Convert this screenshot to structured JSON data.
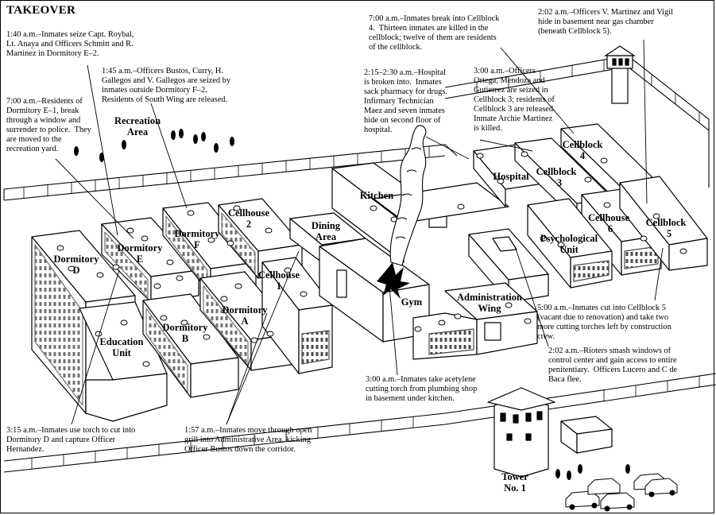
{
  "title": "TAKEOVER",
  "notes": {
    "n_140": "1:40 a.m.–Inmates seize Capt. Roybal,\nLt. Anaya and Officers Schmitt and R.\nMartinez in Dormitory E–2.",
    "n_145": "1:45 a.m.–Officers Bustos, Curry, H.\nGallegos and V. Gallegos are seized by\ninmates outside Dormitory F–2.\nResidents of South Wing are released.",
    "n_700a": "7:00 a.m.–Residents of\nDormitory E–1, break\nthrough a window and\nsurrender to police.  They\nare moved to the\nrecreation yard.",
    "n_700b": "7:00 a.m.–Inmates break into Cellblock\n4.  Thirteen inmates are killed in the\ncellblock; twelve of them are residents\nof the cellblock.",
    "n_202a": "2:02 a.m.–Officers V. Martinez and Vigil\nhide in basement near gas chamber\n(beneath Cellblock 5).",
    "n_215": "2:15–2:30 a.m.–Hospital\nis broken into.  Inmates\nsack pharmacy for drugs.\nInfirmary Technician\nMaez and seven inmates\nhide on second floor of\nhospital.",
    "n_300a": "3:00 a.m.–Officers\nOrtega, Mendoza and\nGutierrez are seized in\nCellblock 3; residents of\nCellblock 3 are released.\nInmate Archie Martinez\nis killed.",
    "n_500": "5:00 a.m.–Inmates cut into Cellblock 5\n(vacant due to renovation) and take two\nmore cutting torches left by construction\ncrew.",
    "n_202b": "2:02 a.m.–Rioters smash windows of\ncontrol center and gain access to entire\npenitentiary.  Officers Lucero and C de\nBaca flee.",
    "n_300b": "3:00 a.m.–Inmates take acetylene\ncutting torch from plumbing shop\nin basement under kitchen.",
    "n_315": "3:15 a.m.–Inmates use torch to cut into\nDormitory D and capture Officer\nHernandez.",
    "n_157": "1:57 a.m.–Inmates move through open\ngrill into Administrative Area, kicking\nOfficer Bustos down the corridor."
  },
  "labels": {
    "recreation": [
      "Recreation",
      "Area"
    ],
    "dorm_d": [
      "Dormitory",
      "D"
    ],
    "dorm_e": [
      "Dormitory",
      "E"
    ],
    "dorm_f": [
      "Dormitory",
      "F"
    ],
    "cellhouse_2": [
      "Cellhouse",
      "2"
    ],
    "dining": [
      "Dining",
      "Area"
    ],
    "kitchen": [
      "Kitchen"
    ],
    "hospital": [
      "Hospital"
    ],
    "cellblock_4": [
      "Cellblock",
      "4"
    ],
    "cellblock_3": [
      "Cellblock",
      "3"
    ],
    "cellhouse_6": [
      "Cellhouse",
      "6"
    ],
    "cellblock_5": [
      "Cellblock",
      "5"
    ],
    "psych": [
      "Psychological",
      "Unit"
    ],
    "cellhouse_1": [
      "Cellhouse",
      "1"
    ],
    "dorm_a": [
      "Dormitory",
      "A"
    ],
    "dorm_b": [
      "Dormitory",
      "B"
    ],
    "education": [
      "Education",
      "Unit"
    ],
    "gym": [
      "Gym"
    ],
    "admin": [
      "Administration",
      "Wing"
    ],
    "tower": [
      "Tower",
      "No. 1"
    ]
  }
}
